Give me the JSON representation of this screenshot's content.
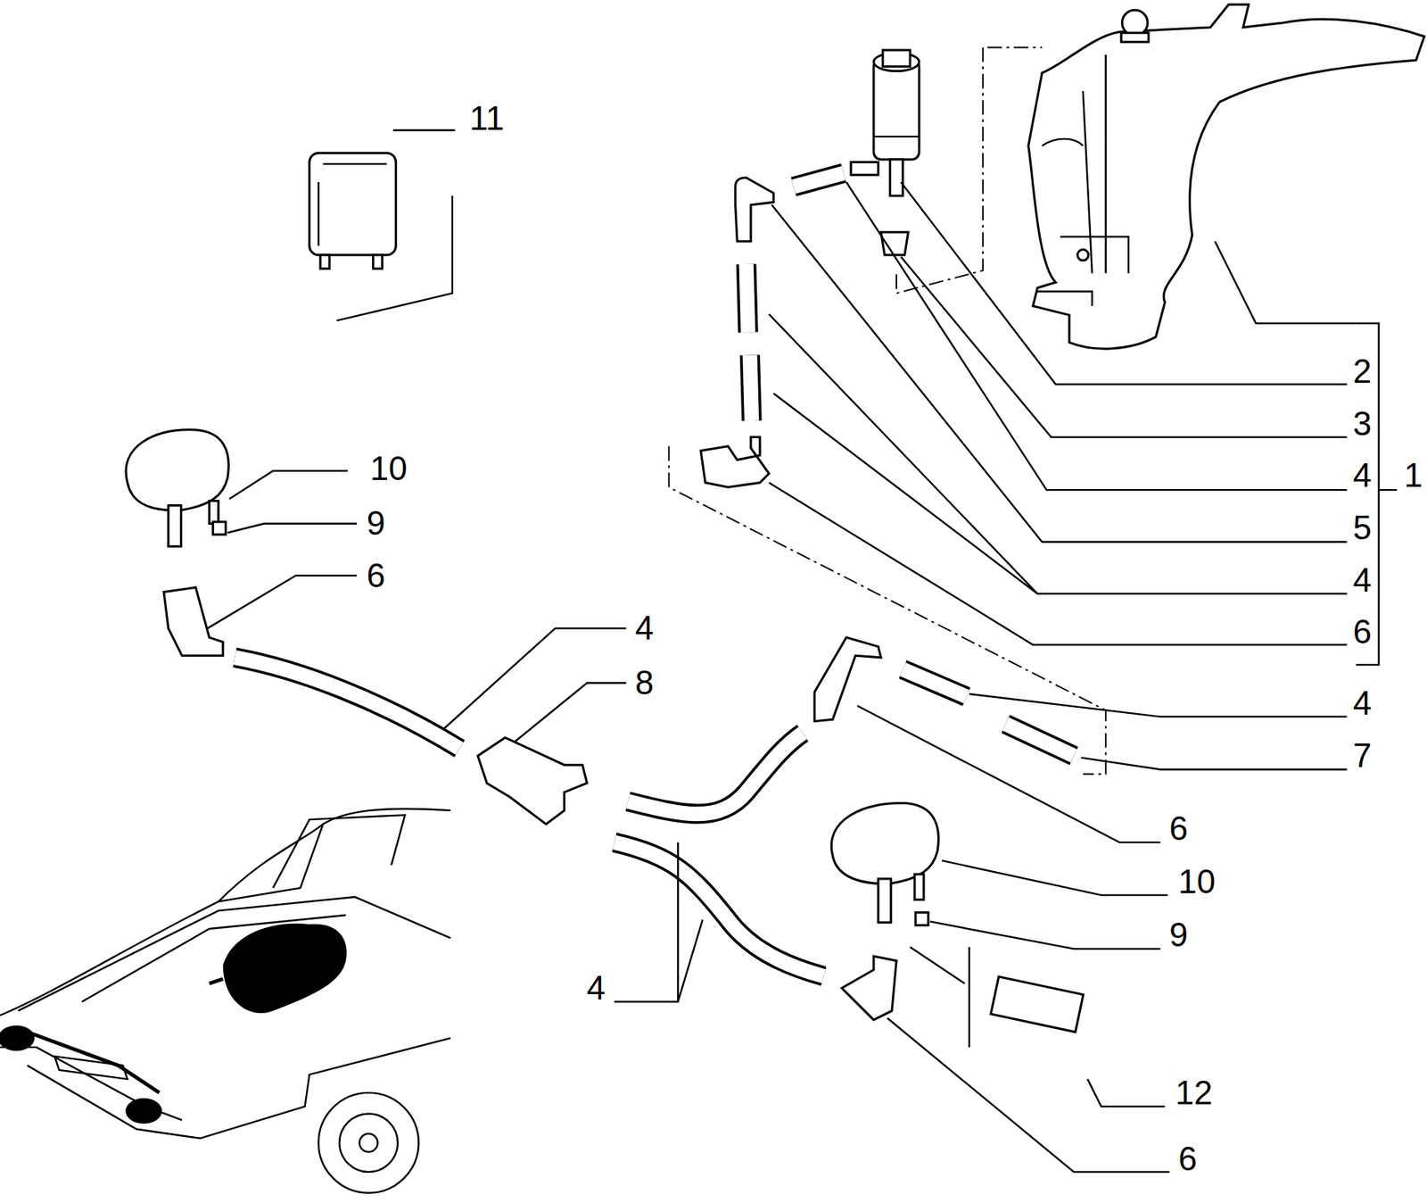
{
  "diagram": {
    "labels": [
      "11",
      "2",
      "3",
      "4",
      "1",
      "5",
      "10",
      "9",
      "6",
      "4",
      "6",
      "4",
      "8",
      "4",
      "7",
      "6",
      "10",
      "9",
      "4",
      "12",
      "6"
    ]
  }
}
